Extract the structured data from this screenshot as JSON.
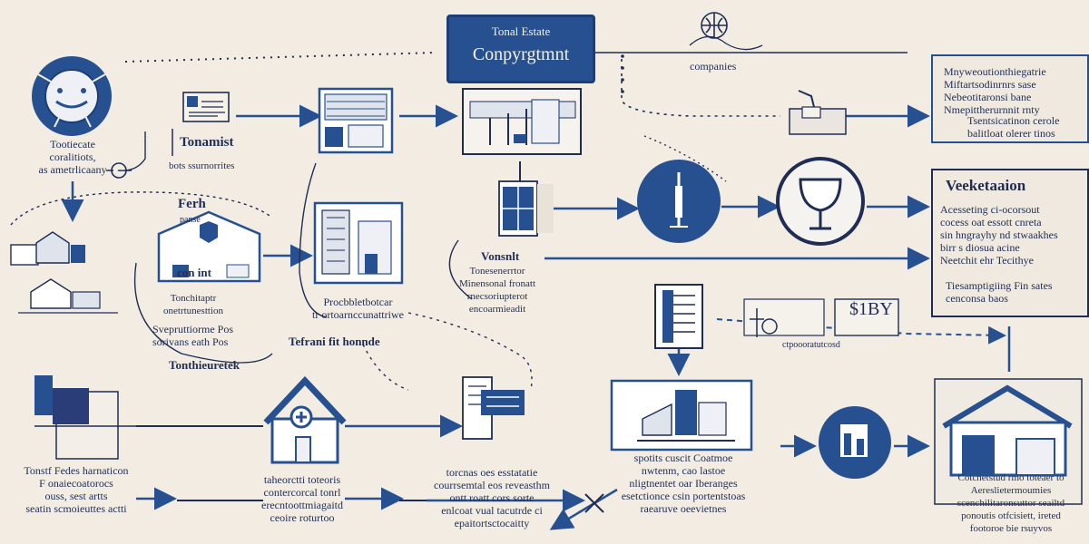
{
  "diagram": {
    "colors": {
      "navy": "#26508f",
      "dark": "#1f2d55",
      "background": "#f2ece3",
      "panel": "#efe9df"
    },
    "title_box": {
      "small": "Tonal Estate",
      "big": "Conpyrgtmnt"
    },
    "labels": {
      "companies": "companies",
      "logo_caption": "Tootiecate\ncoralitiots,\nas ametrlicaany",
      "tranmist": "Tonamist",
      "tranmist_sub": "bots  ssurnorrites",
      "ferh": "Ferh",
      "ferh_sub": "panse",
      "small_box_text": "con   int",
      "front_caption": "Tonchitaptr\nonetrtunesttion",
      "svemptiorme": "Svepruttiorme   Pos\nsorivans eath   Pos",
      "terrani": "Tefrani   fit   honnde",
      "tonthieuretek": "Tonthieuretek",
      "prnodbletotten": "Procbbletbotcar\ntr  ortoarnccunattriwe",
      "vonsnlt": "Vonsnlt",
      "vonsnlt_sub": "Tonesenerrtor\nMinensonal fronatt\nrnecsoriupterot\nencoarmieadit",
      "top_right_panel": "Mnyweoutionthiegatrie\nMiftartsodinrnrs sase\nNebeotitaronsi bane\nNmepittherurnnit rnty",
      "top_right_panel_bottom": "Tsentsicatinon cerole\nbalitloat olerer tinos",
      "veketation_title": "Veeketaaion",
      "veketation_body": "Acesseting ci-ocorsout\ncocess oat essott cnreta\nsin  hngrayhy nd stwaakhes\nbirr   s diosua acine\nNeetchit ehr Tecithye",
      "veketation_bottom": "Tiesamptigiing Fin  sates\ncenconsa baos",
      "bz_label": "$1BY",
      "bz_sub": "ctpoooratutcosd",
      "bottom_left": "Tonstf Fedes harnaticon\nF onaiecoatorocs\nouss, sest artts\nseatin scmoieuttes actti",
      "bottom_2": "taheorctti toteoris\ncontercorcal tonrl\nerecntoottmiagaitd\nceoire  roturtoo",
      "bottom_3": "torcnas oes esstatatie\ncourrsemtal eos reveasthm\nontt  roatt cors sorte\nenlcoat vual tacutrde ci\nepaitortsctocaitty",
      "bottom_4": "spotits  cuscit  Coatmoe\nnwtenm, cao  lastoe\nnligtnentet oar Iberanges\nesetctionce csin portentstoas\nraearuve  oeevietnes",
      "bottom_right": "Cotcnetstud  rmo  toteaer to\nAereslietermoumies\nscenchilitaronsuttor  seailtd\nponoutis otfcisiett, ireted\nfootoroe  bie  rsuyvos"
    }
  }
}
